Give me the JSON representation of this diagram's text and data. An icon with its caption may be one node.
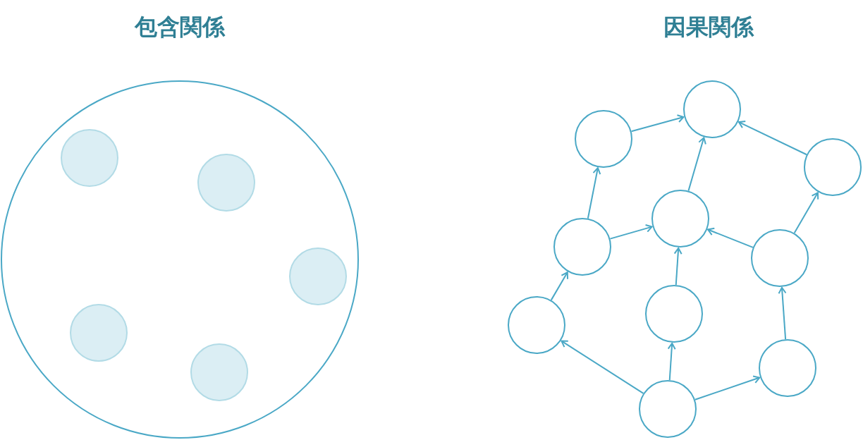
{
  "diagram": {
    "nodes": [
      {
        "text": [],
        "shape": "circle"
      },
      {
        "text": [],
        "shape": "circle",
        "in": 0
      },
      {
        "text": [],
        "shape": "circle",
        "in": 0
      },
      {
        "text": [],
        "shape": "circle",
        "in": 0
      },
      {
        "text": [],
        "shape": "circle",
        "in": 0
      },
      {
        "text": [],
        "shape": "circle",
        "in": 0
      },
      {
        "text": [],
        "shape": "circle"
      },
      {
        "text": [],
        "shape": "circle"
      },
      {
        "text": [],
        "shape": "circle"
      },
      {
        "text": [],
        "shape": "circle"
      },
      {
        "text": [],
        "shape": "circle"
      },
      {
        "text": [],
        "shape": "circle"
      },
      {
        "text": [],
        "shape": "circle"
      },
      {
        "text": [],
        "shape": "circle"
      },
      {
        "text": [],
        "shape": "circle"
      },
      {
        "text": [],
        "shape": "circle"
      }
    ],
    "edges": [
      {
        "from": 7,
        "to": 6,
        "arrow": "to"
      },
      {
        "from": 8,
        "to": 6,
        "arrow": "to"
      },
      {
        "from": 9,
        "to": 6,
        "arrow": "to"
      },
      {
        "from": 10,
        "to": 7,
        "arrow": "to"
      },
      {
        "from": 10,
        "to": 9,
        "arrow": "to"
      },
      {
        "from": 11,
        "to": 9,
        "arrow": "to"
      },
      {
        "from": 11,
        "to": 8,
        "arrow": "to"
      },
      {
        "from": 12,
        "to": 9,
        "arrow": "to"
      },
      {
        "from": 13,
        "to": 10,
        "arrow": "to"
      },
      {
        "from": 15,
        "to": 13,
        "arrow": "to"
      },
      {
        "from": 15,
        "to": 12,
        "arrow": "to"
      },
      {
        "from": 15,
        "to": 14,
        "arrow": "to"
      },
      {
        "from": 14,
        "to": 11,
        "arrow": "to"
      }
    ],
    "labels": [
      "包含関係",
      "因果関係"
    ]
  }
}
